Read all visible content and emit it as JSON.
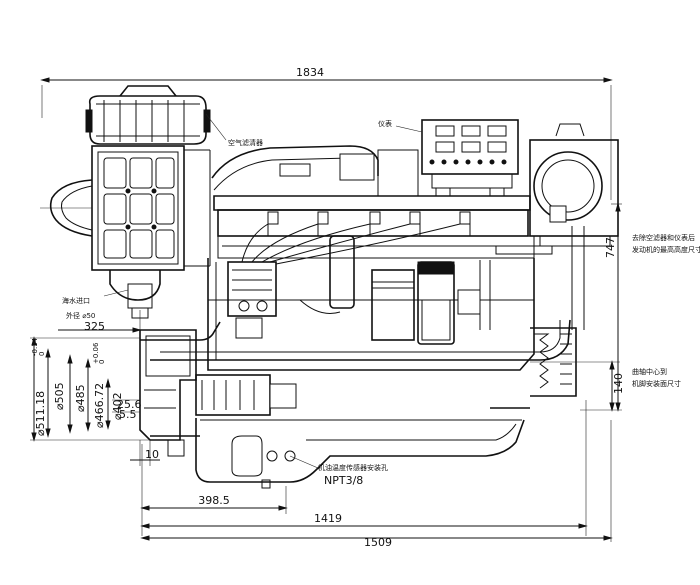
{
  "dimensions": {
    "top_length": "1834",
    "bottom_length": "1509",
    "mount_length": "1419",
    "sensor_offset": "398.5",
    "seawater_offset": "325",
    "height_right": "747",
    "crank_height": "140",
    "d_flywheel": "⌀511.18",
    "d_flywheel_tol_top": "0",
    "d_flywheel_tol_bot": "-0.14",
    "d_505": "⌀505",
    "d_485": "⌀485",
    "d_pilot": "⌀466.72",
    "d_pilot_tol_top": "+0.06",
    "d_pilot_tol_bot": "0",
    "d_402": "⌀402",
    "dim_25": "25.6",
    "dim_5": "5.5",
    "dim_10": "10"
  },
  "labels": {
    "air_filter": "空气滤清器",
    "instrument": "仪表",
    "seawater_inlet_line1": "海水进口",
    "seawater_inlet_line2": "外径 ⌀50",
    "oil_temp_sensor": "机油温度传感器安装孔",
    "oil_thread": "NPT3/8",
    "height_note_line1": "去除空滤器和仪表后",
    "height_note_line2": "发动机的最高高度尺寸",
    "crank_note_line1": "曲轴中心到",
    "crank_note_line2": "机脚安装面尺寸"
  }
}
